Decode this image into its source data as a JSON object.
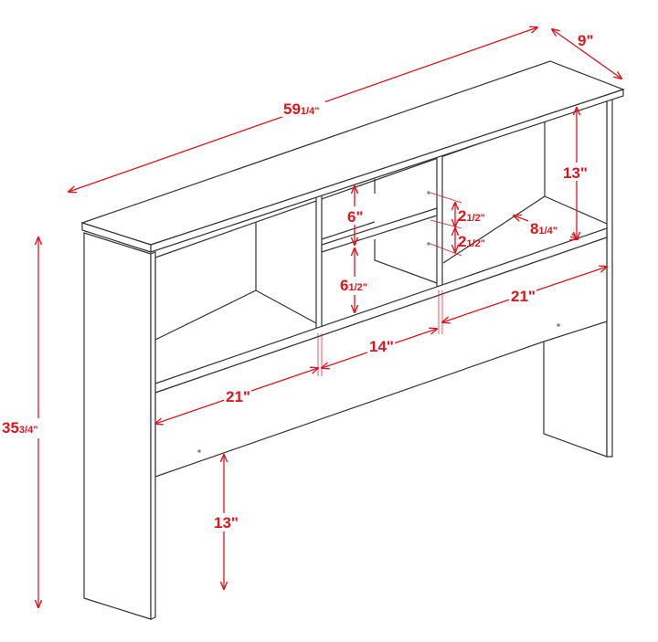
{
  "title": "Bookcase headboard dimensions",
  "accent_color": "#e0141e",
  "dimensions": {
    "overall_width": {
      "whole": "59",
      "fraction": "1/4\""
    },
    "depth": {
      "whole": "9\""
    },
    "upper_right_height": {
      "whole": "13\""
    },
    "upper_cubby_height": {
      "whole": "6\""
    },
    "shelf_pin_spacing_top": {
      "whole": "2",
      "fraction": "1/2\""
    },
    "shelf_pin_spacing_bottom": {
      "whole": "2",
      "fraction": "1/2\""
    },
    "shelf_depth": {
      "whole": "8",
      "fraction": "1/4\""
    },
    "lower_cubby_height": {
      "whole": "6",
      "fraction": "1/2\""
    },
    "right_compartment_width": {
      "whole": "21\""
    },
    "center_compartment_width": {
      "whole": "14\""
    },
    "left_compartment_width": {
      "whole": "21\""
    },
    "overall_height": {
      "whole": "35",
      "fraction": "3/4\""
    },
    "floor_clearance": {
      "whole": "13\""
    }
  }
}
